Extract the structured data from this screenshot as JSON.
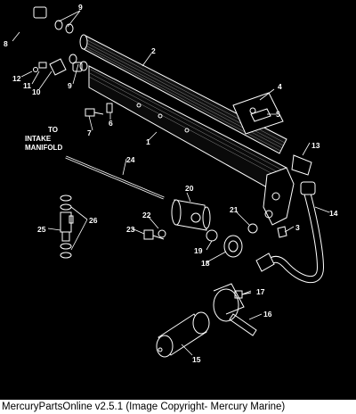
{
  "annotation": {
    "lines": [
      "TO",
      "INTAKE",
      "MANIFOLD"
    ]
  },
  "callouts": [
    "1",
    "2",
    "3",
    "4",
    "5",
    "6",
    "7",
    "8",
    "9",
    "9",
    "10",
    "11",
    "12",
    "13",
    "14",
    "15",
    "16",
    "17",
    "18",
    "19",
    "20",
    "21",
    "22",
    "23",
    "24",
    "25",
    "26"
  ],
  "footer": "MercuryPartsOnline v2.5.1 (Image Copyright- Mercury Marine)"
}
